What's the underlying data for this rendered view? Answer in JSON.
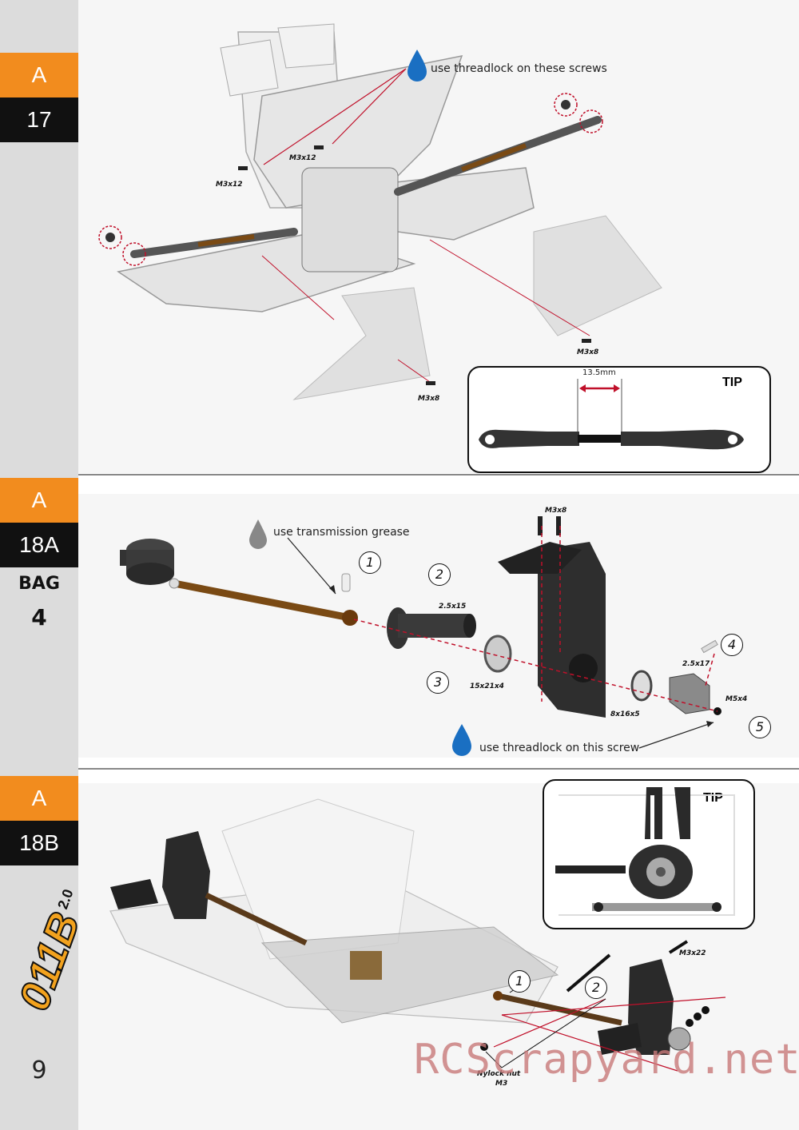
{
  "sidebar": {
    "steps": [
      {
        "section": "A",
        "number": "17"
      },
      {
        "section": "A",
        "number": "18A"
      },
      {
        "section": "A",
        "number": "18B"
      }
    ],
    "bag_label": "BAG",
    "bag_number": "4",
    "logo_text": "011B2.0",
    "page_number": "9"
  },
  "step17": {
    "note": "use threadlock on these screws",
    "screw_m3x12_a": "M3x12",
    "screw_m3x12_b": "M3x12",
    "screw_m3x8_a": "M3x8",
    "screw_m3x8_b": "M3x8",
    "tip_title": "TIP",
    "tip_measure": "13.5mm"
  },
  "step18a": {
    "grease_note": "use transmission grease",
    "threadlock_note": "use threadlock on this screw",
    "screw_m3x8": "M3x8",
    "pin_a": "2.5x15",
    "bearing_a": "15x21x4",
    "bearing_b": "8x16x5",
    "pin_b": "2.5x17",
    "grub": "M5x4",
    "callouts": [
      "1",
      "2",
      "3",
      "4",
      "5"
    ]
  },
  "step18b": {
    "tip_title": "TIP",
    "screw_m3x22": "M3x22",
    "nut_label": "Nylock nut",
    "nut_size": "M3",
    "callouts": [
      "1",
      "2"
    ]
  },
  "watermark": "RCScrapyard.net",
  "colors": {
    "orange": "#f28c1e",
    "black": "#111111",
    "sidebar": "#dcdcdc",
    "red_line": "#c0102a",
    "drop_blue": "#1a6fc2"
  }
}
